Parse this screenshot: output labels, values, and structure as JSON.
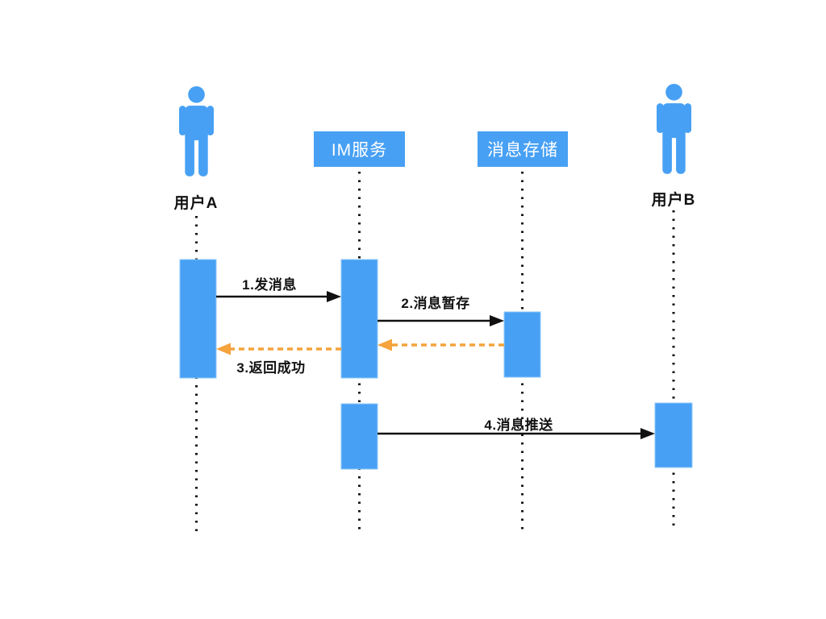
{
  "diagram": {
    "type": "sequence-diagram",
    "topic": "IM message delivery flow"
  },
  "colors": {
    "participant_blue": "#47A0F4",
    "line_black": "#111111",
    "return_orange": "#F5A33C",
    "header_text": "#FFFFFF",
    "background": "#FFFFFF"
  },
  "participants": [
    {
      "id": "user-a",
      "kind": "actor",
      "label": "用户A"
    },
    {
      "id": "im-service",
      "kind": "service",
      "label": "IM服务"
    },
    {
      "id": "message-store",
      "kind": "service",
      "label": "消息存储"
    },
    {
      "id": "user-b",
      "kind": "actor",
      "label": "用户B"
    }
  ],
  "messages": [
    {
      "seq": 1,
      "label": "1.发消息",
      "from": "用户A",
      "to": "IM服务",
      "style": "solid-black"
    },
    {
      "seq": 2,
      "label": "2.消息暂存",
      "from": "IM服务",
      "to": "消息存储",
      "style": "solid-black"
    },
    {
      "seq": 3,
      "label": "3.返回成功",
      "from": "消息存储",
      "to": "用户A",
      "style": "dashed-orange"
    },
    {
      "seq": 4,
      "label": "4.消息推送",
      "from": "IM服务",
      "to": "用户B",
      "style": "solid-black"
    }
  ]
}
